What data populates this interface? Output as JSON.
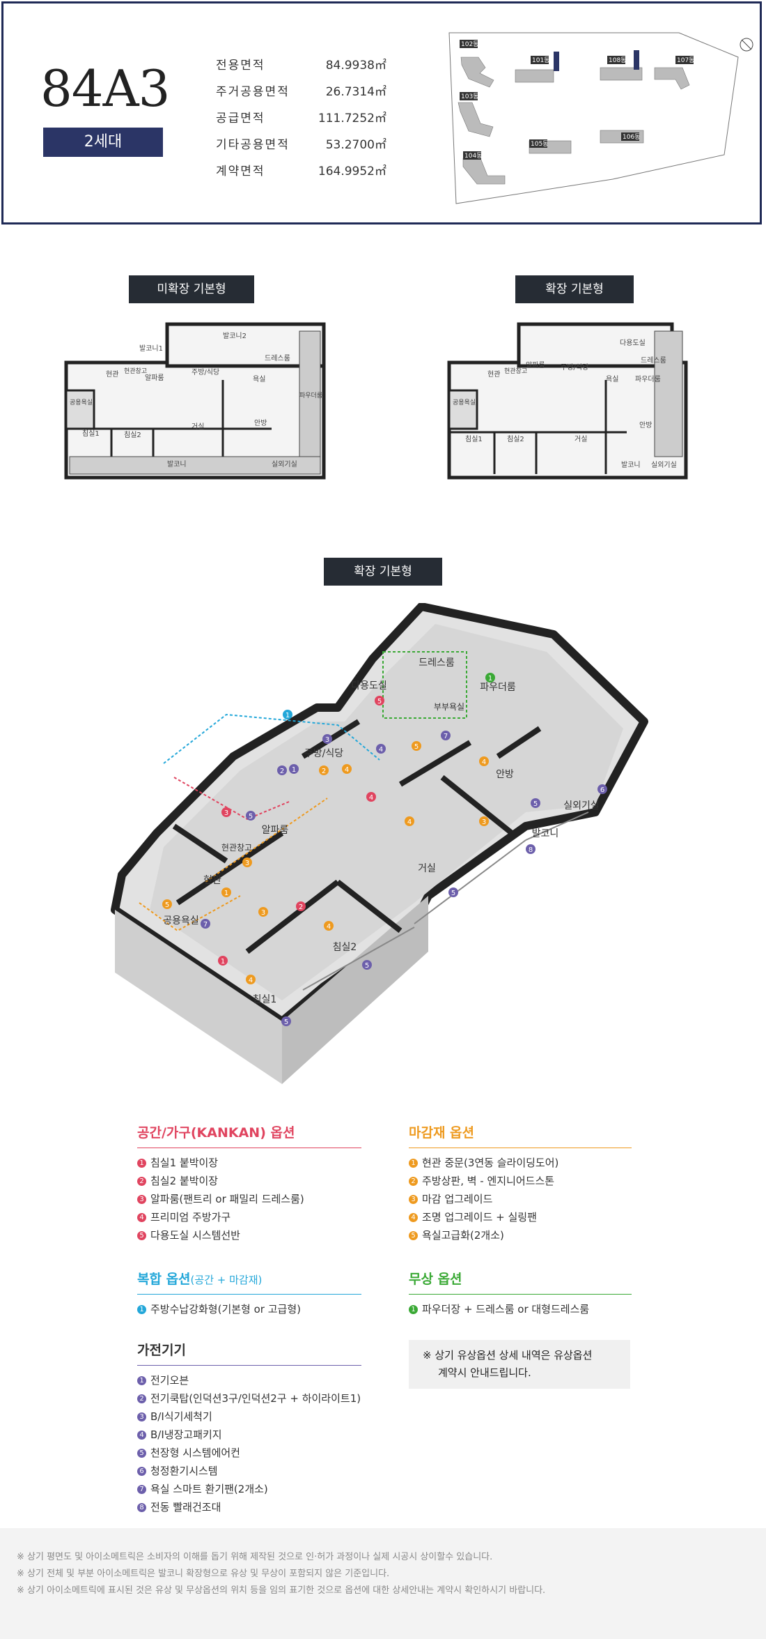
{
  "header": {
    "type_name": "84A3",
    "units": "2세대",
    "areas": [
      {
        "label": "전용면적",
        "value": "84.9938㎡"
      },
      {
        "label": "주거공용면적",
        "value": "26.7314㎡"
      },
      {
        "label": "공급면적",
        "value": "111.7252㎡"
      },
      {
        "label": "기타공용면적",
        "value": "53.2700㎡"
      },
      {
        "label": "계약면적",
        "value": "164.9952㎡"
      }
    ],
    "site_map": {
      "buildings": [
        "102동",
        "101동",
        "108동",
        "107동",
        "103동",
        "105동",
        "106동",
        "104동"
      ]
    }
  },
  "plans": {
    "left_label": "미확장 기본형",
    "right_label": "확장 기본형",
    "left_rooms": [
      "발코니1",
      "발코니2",
      "현관",
      "현관창고",
      "알파룸",
      "주방/식당",
      "욕실",
      "드레스룸",
      "공용욕실",
      "침실1",
      "침실2",
      "거실",
      "안방",
      "발코니",
      "실외기실",
      "파우더룸"
    ],
    "right_rooms": [
      "다용도실",
      "드레스룸",
      "현관",
      "현관창고",
      "알파룸",
      "주방/식당",
      "욕실",
      "파우더룸",
      "공용욕실",
      "침실1",
      "침실2",
      "거실",
      "안방",
      "발코니",
      "실외기실"
    ]
  },
  "iso": {
    "label": "확장 기본형",
    "rooms": [
      "다용도실",
      "드레스룸",
      "파우더룸",
      "부부욕실",
      "주방/식당",
      "안방",
      "알파룸",
      "실외기실",
      "현관창고",
      "현관",
      "발코니",
      "거실",
      "공용욕실",
      "침실2",
      "침실1"
    ]
  },
  "options": {
    "space": {
      "title": "공간/가구(KANKAN) 옵션",
      "color": "#e0445f",
      "items": [
        "침실1 붙박이장",
        "침실2 붙박이장",
        "알파룸(팬트리 or 패밀리 드레스룸)",
        "프리미엄 주방가구",
        "다용도실 시스템선반"
      ]
    },
    "finish": {
      "title": "마감재 옵션",
      "color": "#ee9a1f",
      "items": [
        "현관 중문(3연동 슬라이딩도어)",
        "주방상판, 벽 - 엔지니어드스톤",
        "마감 업그레이드",
        "조명 업그레이드 + 실링팬",
        "욕실고급화(2개소)"
      ]
    },
    "combo": {
      "title": "복합 옵션",
      "title_sub": "(공간 + 마감재)",
      "color": "#23a7d9",
      "items": [
        "주방수납강화형(기본형 or 고급형)"
      ]
    },
    "free": {
      "title": "무상 옵션",
      "color": "#3aa935",
      "items": [
        "파우더장 + 드레스룸 or 대형드레스룸"
      ]
    },
    "appliance": {
      "title": "가전기기",
      "color": "#6c5fab",
      "items": [
        "전기오븐",
        "전기쿡탑(인덕션3구/인덕션2구 + 하이라이트1)",
        "B/I식기세척기",
        "B/I냉장고패키지",
        "천장형 시스템에어컨",
        "청정환기시스템",
        "욕실 스마트 환기팬(2개소)",
        "전동 빨래건조대"
      ]
    },
    "note_line1": "※ 상기 유상옵션 상세 내역은 유상옵션",
    "note_line2": "계약시 안내드립니다."
  },
  "footer": {
    "lines": [
      "※ 상기 평면도 및 아이소메트릭은 소비자의 이해를 돕기 위해 제작된 것으로 인·허가 과정이나 실제 시공시 상이할수 있습니다.",
      "※ 상기 전체 및 부분 아이소메트릭은 발코니 확장형으로 유상 및 무상이 포함되지 않은 기준입니다.",
      "※ 상기 아이소메트릭에 표시된 것은 유상 및 무상옵션의 위치 등을 임의 표기한 것으로 옵션에 대한 상세안내는 계약시 확인하시기 바랍니다."
    ]
  }
}
